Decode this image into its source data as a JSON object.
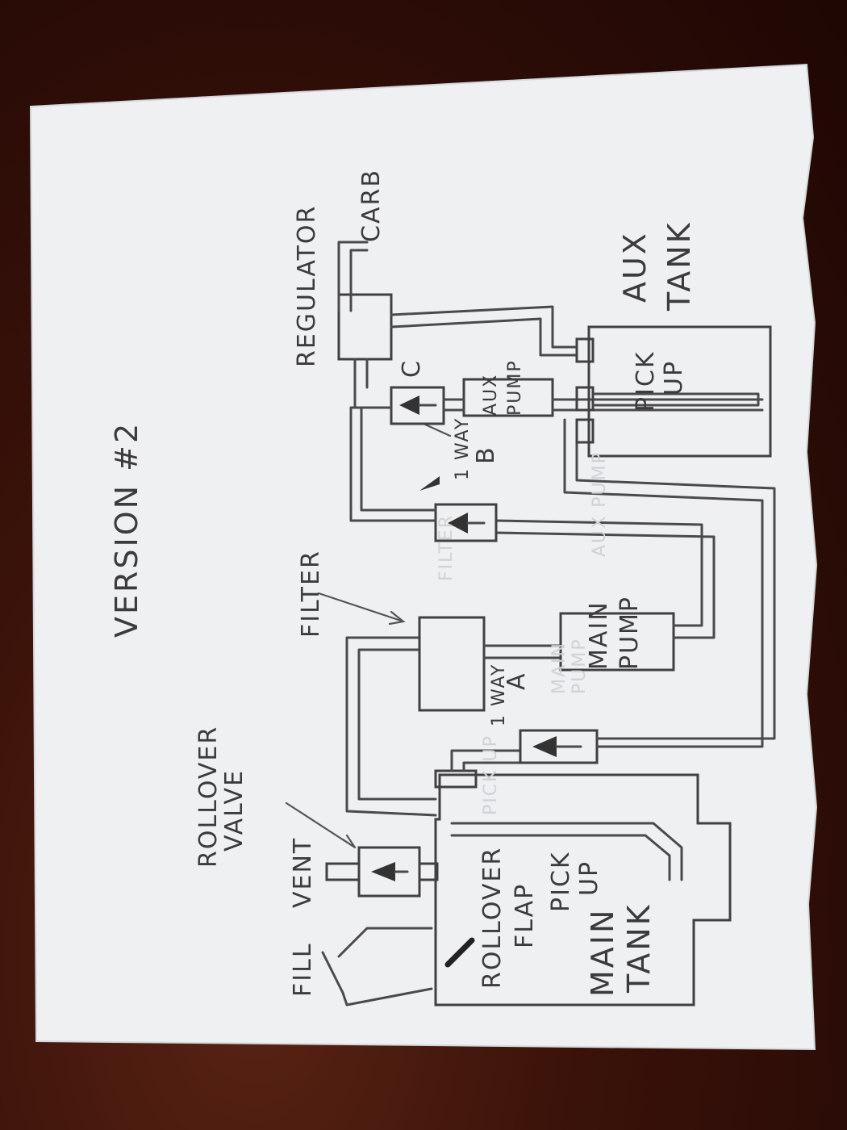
{
  "title": "VERSION #2",
  "labels": {
    "fill": "FILL",
    "vent": "VENT",
    "rollover_valve": [
      "ROLLOVER",
      "VALVE"
    ],
    "rollover_flap": [
      "ROLLOVER",
      "FLAP"
    ],
    "pick_up_main": [
      "PICK",
      "UP"
    ],
    "main_tank": [
      "MAIN",
      "TANK"
    ],
    "one_way_a": [
      "1 WAY",
      "A"
    ],
    "filter": "FILTER",
    "filter_box": "FILTER",
    "main_pump": [
      "MAIN",
      "PUMP"
    ],
    "one_way_b": [
      "1 WAY",
      "B"
    ],
    "valve_c": "C",
    "aux_pump": [
      "AUX",
      "PUMP"
    ],
    "regulator": "REGULATOR",
    "carb": "CARB",
    "pick_up_aux": [
      "PICK",
      "UP"
    ],
    "aux_tank": [
      "AUX",
      "TANK"
    ]
  },
  "ghost_labels": {
    "pick_up": "PICK UP",
    "main_pump": [
      "MAIN",
      "PUMP"
    ],
    "aux_pump": "AUX PUMP"
  },
  "colors": {
    "paper": "#eef0f2",
    "pencil": "#4a4a4a",
    "table": "#3a1209"
  }
}
